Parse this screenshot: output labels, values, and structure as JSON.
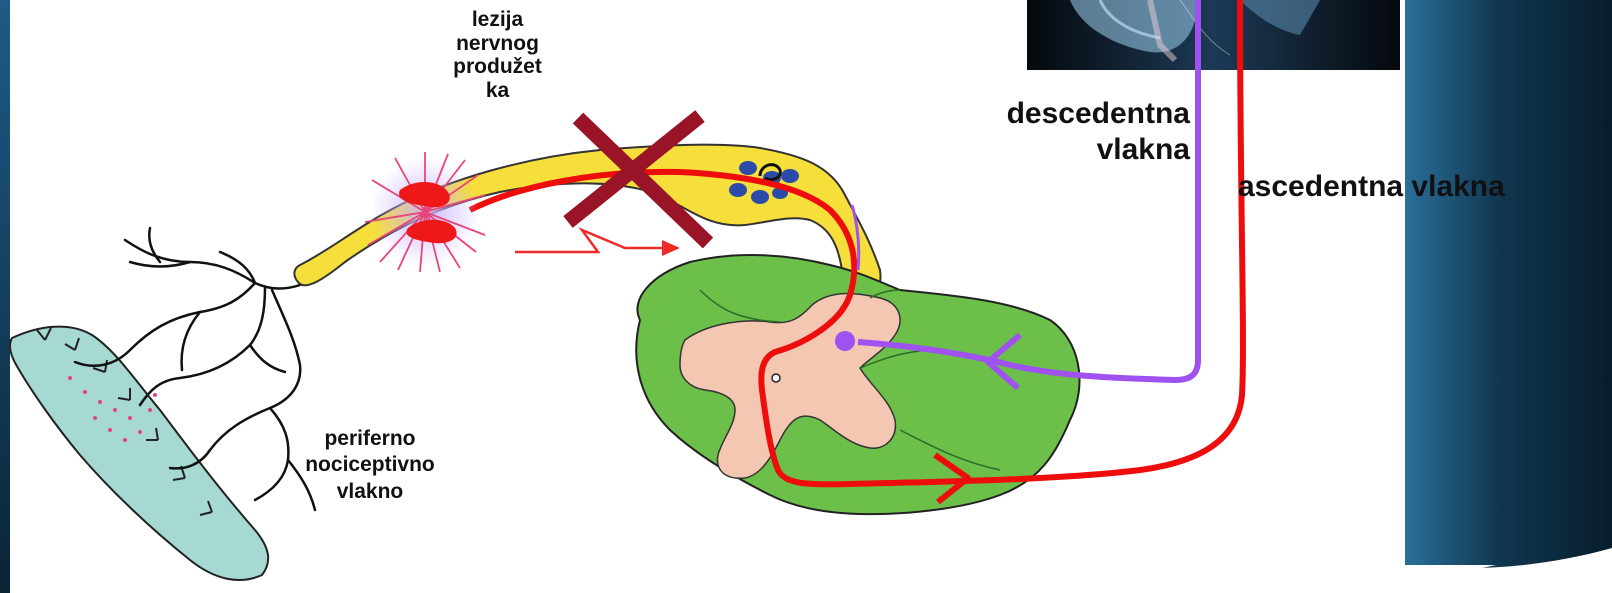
{
  "labels": {
    "lesion": [
      "lezija",
      "nervnog",
      "produžet",
      "ka"
    ],
    "descending": [
      "descedentna",
      "vlakna"
    ],
    "ascending": "ascedentna vlakna",
    "peripheral": [
      "periferno",
      "nociceptivno",
      "vlakno"
    ]
  },
  "colors": {
    "slide_background_dark": "#0b2a40",
    "slide_background_light": "#2a6f9a",
    "axon_yellow": "#f6df3a",
    "spinal_cord_green": "#6cc04a",
    "gray_matter_pink": "#f3c7b2",
    "skin_teal": "#a7d9d3",
    "ascending_pathway_red": "#ee0d0d",
    "descending_pathway_purple": "#a052f0",
    "lesion_cross": "#9a1428",
    "nuclei_blue": "#2c4aa8"
  }
}
